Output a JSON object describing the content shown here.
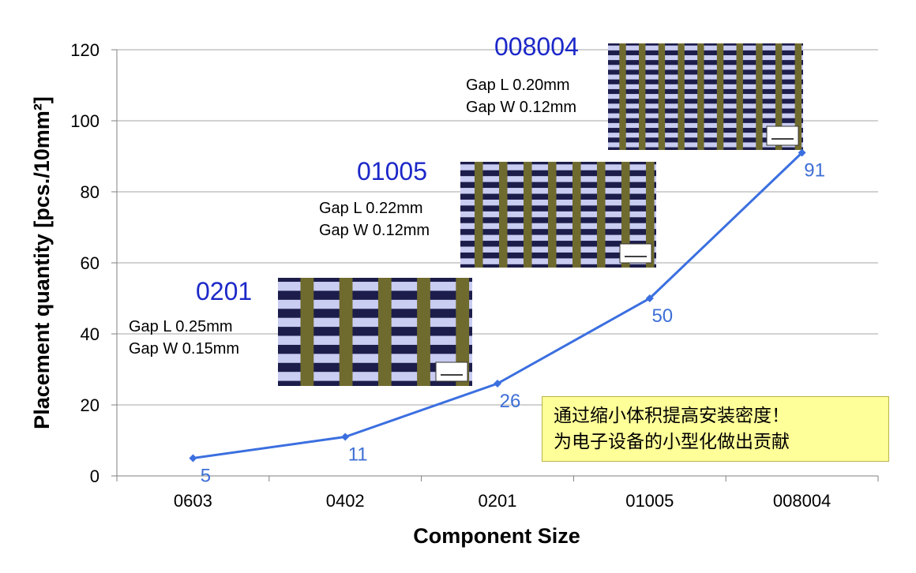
{
  "chart_data": {
    "type": "line",
    "xlabel": "Component Size",
    "ylabel": "Placement quantity [pcs./10mm²]",
    "categories": [
      "0603",
      "0402",
      "0201",
      "01005",
      "008004"
    ],
    "values": [
      5,
      11,
      26,
      50,
      91
    ],
    "ylim": [
      0,
      120
    ],
    "yticks": [
      0,
      20,
      40,
      60,
      80,
      100,
      120
    ],
    "grid": true,
    "line_color": "#3b6fe0",
    "insets": [
      {
        "name": "0201",
        "gap_l": "Gap L  0.25mm",
        "gap_w": "Gap W 0.15mm",
        "cols": 5,
        "rows": 6
      },
      {
        "name": "01005",
        "gap_l": "Gap L  0.22mm",
        "gap_w": "Gap W 0.12mm",
        "cols": 8,
        "rows": 9
      },
      {
        "name": "008004",
        "gap_l": "Gap L  0.20mm",
        "gap_w": "Gap W 0.12mm",
        "cols": 10,
        "rows": 11
      }
    ],
    "annotation": {
      "line1": "通过缩小体积提高安装密度！",
      "line2": "为电子设备的小型化做出贡献"
    }
  }
}
